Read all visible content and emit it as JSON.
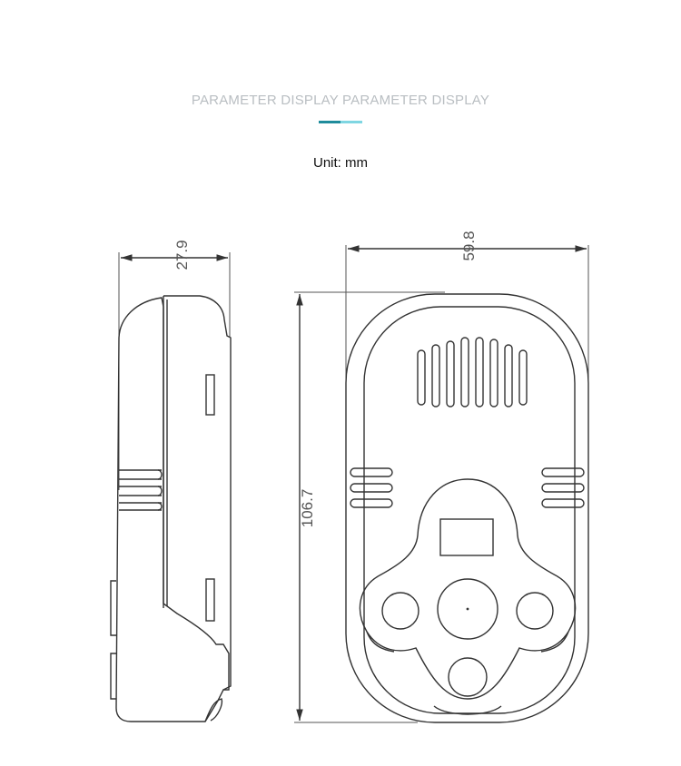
{
  "header": {
    "title": "PARAMETER DISPLAY PARAMETER DISPLAY",
    "accent_colors": [
      "#1f8c9c",
      "#7fd6e2"
    ]
  },
  "unit_label": "Unit: mm",
  "dimensions": {
    "thickness": "27.9",
    "width": "59.8",
    "height": "106.7"
  }
}
